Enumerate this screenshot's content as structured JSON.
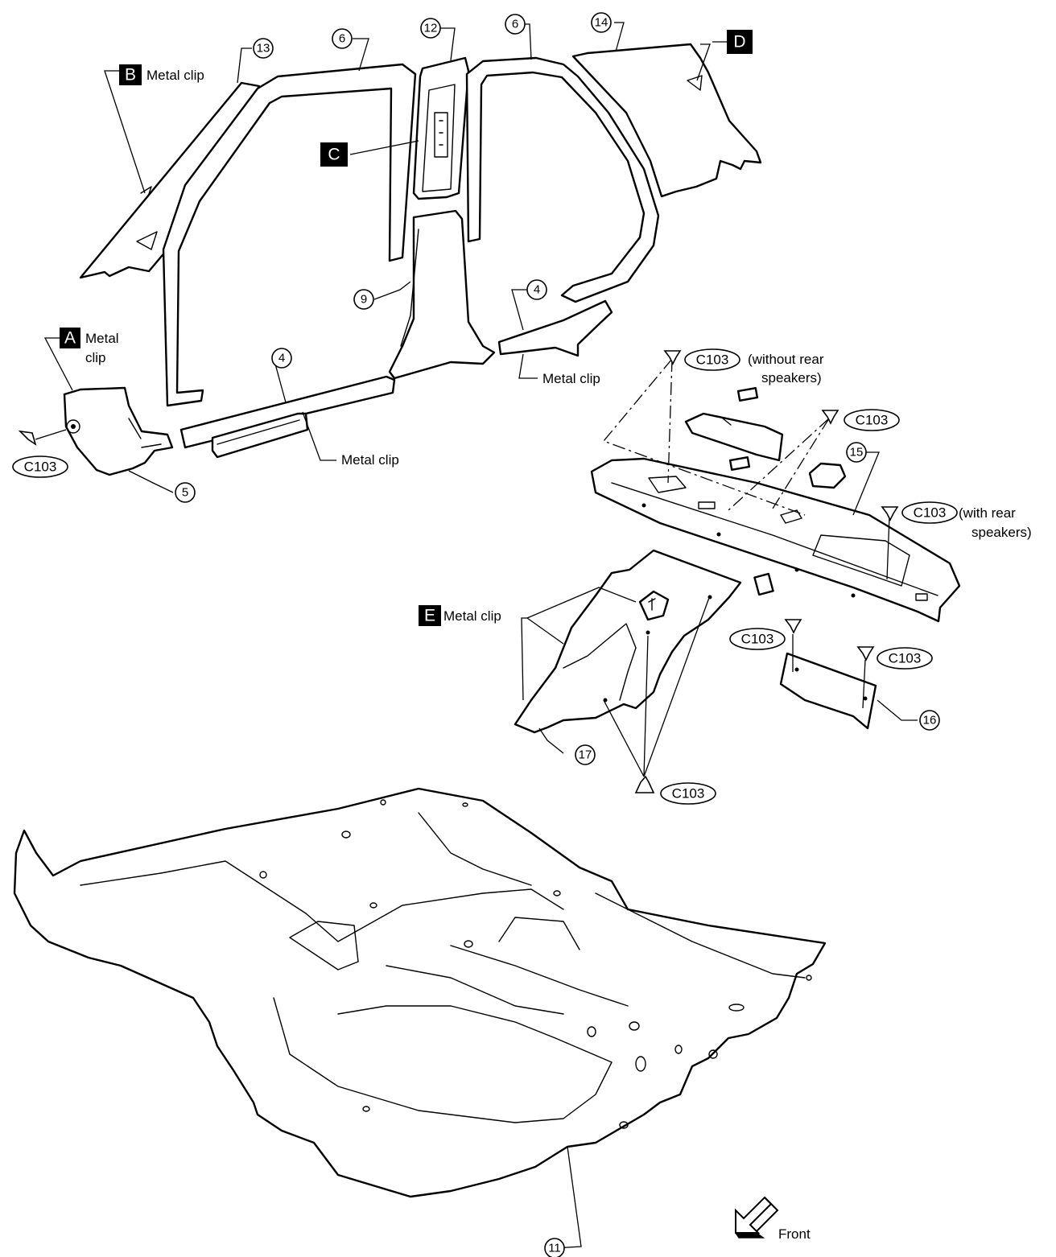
{
  "callouts": {
    "c4a": "4",
    "c4b": "4",
    "c5": "5",
    "c6a": "6",
    "c6b": "6",
    "c9": "9",
    "c11": "11",
    "c12": "12",
    "c13": "13",
    "c14": "14",
    "c15": "15",
    "c16": "16",
    "c17": "17"
  },
  "boxes": {
    "a": "A",
    "b": "B",
    "c": "C",
    "d": "D",
    "e": "E"
  },
  "clip_code": "C103",
  "labels": {
    "metal_clip": "Metal clip",
    "metal_word": "Metal",
    "clip_word": "clip",
    "without_rear_1": "(without rear",
    "without_rear_2": "speakers)",
    "with_rear_1": "(with rear",
    "with_rear_2": "speakers)",
    "front": "Front"
  }
}
